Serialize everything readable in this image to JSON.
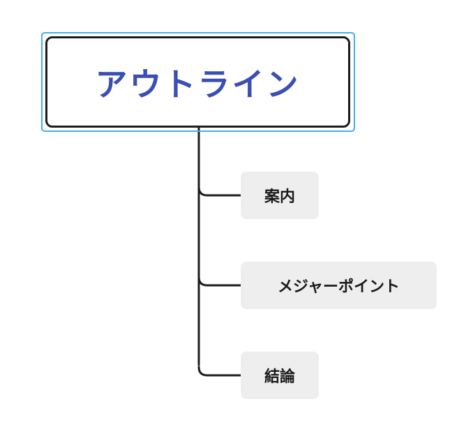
{
  "diagram": {
    "root": {
      "label": "アウトライン"
    },
    "children": [
      {
        "label": "案内"
      },
      {
        "label": "メジャーポイント"
      },
      {
        "label": "結論"
      }
    ]
  },
  "colors": {
    "root_text": "#3a4fb5",
    "selection": "#3fb0f2",
    "node_border": "#1c1c1c",
    "child_fill": "#eeeeee",
    "connector": "#1c1c1c"
  }
}
